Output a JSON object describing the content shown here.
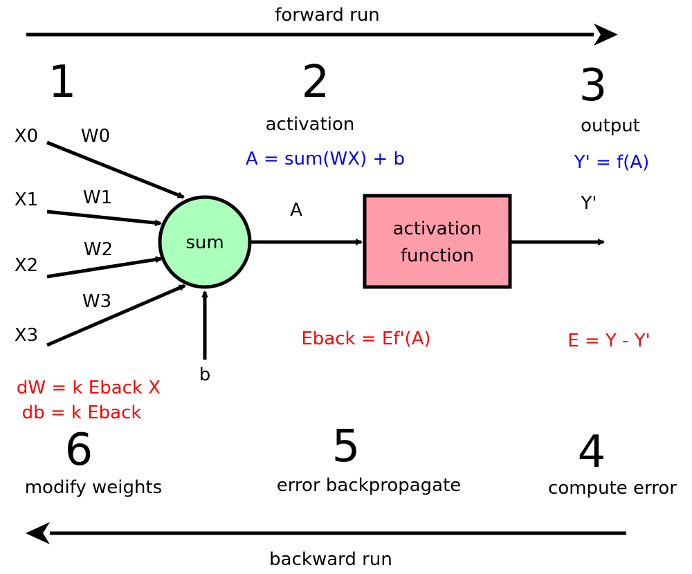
{
  "colors": {
    "formula_blue": "#0000ff",
    "formula_red": "#ff0000",
    "sum_node_fill": "#aaffbb",
    "activation_box_fill": "#ff9daa",
    "stroke": "#000000"
  },
  "arrows": {
    "forward_label": "forward run",
    "backward_label": "backward run"
  },
  "steps": [
    {
      "number": "1",
      "label": ""
    },
    {
      "number": "2",
      "label": "activation",
      "formula": "A = sum(WX) + b"
    },
    {
      "number": "3",
      "label": "output",
      "formula": "Y' = f(A)"
    },
    {
      "number": "4",
      "label": "compute error",
      "formula": "E = Y - Y'"
    },
    {
      "number": "5",
      "label": "error backpropagate",
      "formula": "Eback = Ef'(A)"
    },
    {
      "number": "6",
      "label": "modify weights",
      "formula_line1": "dW = k Eback X",
      "formula_line2": "db = k Eback"
    }
  ],
  "inputs": [
    {
      "x": "X0",
      "w": "W0"
    },
    {
      "x": "X1",
      "w": "W1"
    },
    {
      "x": "X2",
      "w": "W2"
    },
    {
      "x": "X3",
      "w": "W3"
    }
  ],
  "sum_node": {
    "label": "sum"
  },
  "bias": {
    "label": "b"
  },
  "activation_value": {
    "label": "A"
  },
  "activation_box": {
    "line1": "activation",
    "line2": "function"
  },
  "output_value": {
    "label": "Y'"
  }
}
